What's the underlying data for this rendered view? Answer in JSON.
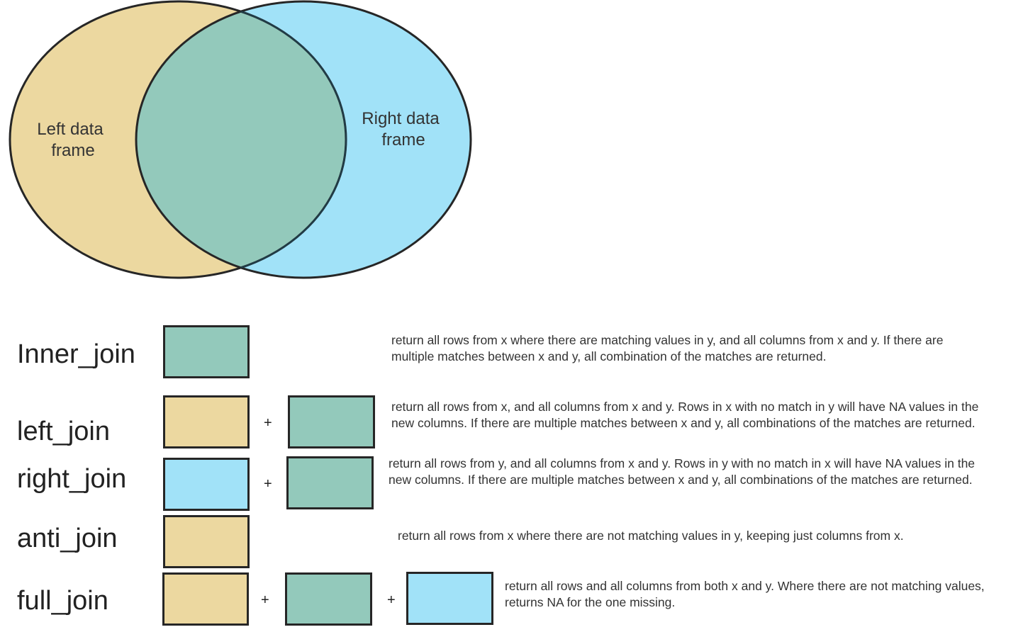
{
  "colors": {
    "left": "#ecd8a0",
    "right": "#a1e2f8",
    "overlap": "#93c9bb",
    "outline": "#262626"
  },
  "venn": {
    "left_label_line1": "Left data",
    "left_label_line2": "frame",
    "right_label_line1": "Right data",
    "right_label_line2": "frame"
  },
  "joins": [
    {
      "name": "Inner_join",
      "parts": [
        "overlap"
      ],
      "description": "return all rows from x where there are matching values in y, and all columns from x and y. If there are multiple matches between x and y, all combination of the matches are returned."
    },
    {
      "name": "left_join",
      "parts": [
        "left",
        "overlap"
      ],
      "plus": "+",
      "description": "return all rows from x, and all columns from x and y. Rows in x with no match in y will have NA values in the new columns. If there are multiple matches between x and y, all combinations of the matches are returned."
    },
    {
      "name": "right_join",
      "parts": [
        "right",
        "overlap"
      ],
      "plus": "+",
      "description": "return all rows from y, and all columns from x and y. Rows in y with no match in x will have NA values in the new columns. If there are multiple matches between x and y, all combinations of the matches are returned."
    },
    {
      "name": "anti_join",
      "parts": [
        "left"
      ],
      "description": "return all rows from x where there are not matching values in y, keeping just columns from x."
    },
    {
      "name": "full_join",
      "parts": [
        "left",
        "overlap",
        "right"
      ],
      "plus": "+",
      "description": "return all rows and all columns from both x and y. Where there are not matching values, returns NA for the one missing."
    }
  ]
}
